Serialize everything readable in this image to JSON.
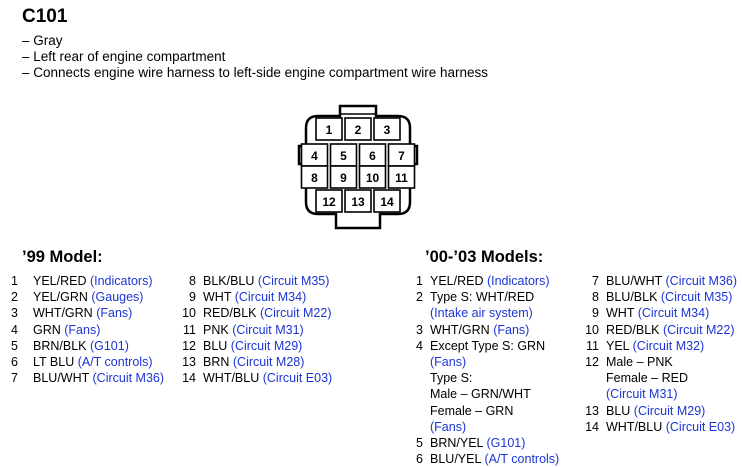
{
  "title": "C101",
  "bullets": [
    "– Gray",
    "– Left rear of engine compartment",
    "– Connects engine wire harness to left-side engine compartment wire harness"
  ],
  "colors": {
    "link": "#1c35d6",
    "text": "#000000"
  },
  "connector": {
    "rows": [
      [
        "1",
        "2",
        "3"
      ],
      [
        "4",
        "5",
        "6",
        "7"
      ],
      [
        "8",
        "9",
        "10",
        "11"
      ],
      [
        "12",
        "13",
        "14"
      ]
    ]
  },
  "model99": {
    "heading": "’99 Model:",
    "col1": [
      {
        "n": "1",
        "lines": [
          {
            "t": "YEL/RED ",
            "l": "(Indicators)"
          }
        ]
      },
      {
        "n": "2",
        "lines": [
          {
            "t": "YEL/GRN ",
            "l": "(Gauges)"
          }
        ]
      },
      {
        "n": "3",
        "lines": [
          {
            "t": "WHT/GRN ",
            "l": "(Fans)"
          }
        ]
      },
      {
        "n": "4",
        "lines": [
          {
            "t": "GRN ",
            "l": "(Fans)"
          }
        ]
      },
      {
        "n": "5",
        "lines": [
          {
            "t": "BRN/BLK ",
            "l": "(G101)"
          }
        ]
      },
      {
        "n": "6",
        "lines": [
          {
            "t": "LT BLU ",
            "l": "(A/T controls)"
          }
        ]
      },
      {
        "n": "7",
        "lines": [
          {
            "t": "BLU/WHT ",
            "l": "(Circuit M36)"
          }
        ]
      }
    ],
    "col2": [
      {
        "n": "8",
        "lines": [
          {
            "t": "BLK/BLU ",
            "l": "(Circuit M35)"
          }
        ]
      },
      {
        "n": "9",
        "lines": [
          {
            "t": "WHT ",
            "l": "(Circuit M34)"
          }
        ]
      },
      {
        "n": "10",
        "lines": [
          {
            "t": "RED/BLK ",
            "l": "(Circuit M22)"
          }
        ]
      },
      {
        "n": "11",
        "lines": [
          {
            "t": "PNK ",
            "l": "(Circuit M31)"
          }
        ]
      },
      {
        "n": "12",
        "lines": [
          {
            "t": "BLU ",
            "l": "(Circuit M29)"
          }
        ]
      },
      {
        "n": "13",
        "lines": [
          {
            "t": "BRN ",
            "l": "(Circuit M28)"
          }
        ]
      },
      {
        "n": "14",
        "lines": [
          {
            "t": "WHT/BLU ",
            "l": "(Circuit E03)"
          }
        ]
      }
    ]
  },
  "model00": {
    "heading": "’00-’03 Models:",
    "col1": [
      {
        "n": "1",
        "lines": [
          {
            "t": "YEL/RED ",
            "l": "(Indicators)"
          }
        ]
      },
      {
        "n": "2",
        "lines": [
          {
            "t": "Type S: WHT/RED",
            "l": ""
          },
          {
            "t": "",
            "l": "(Intake air system)"
          }
        ]
      },
      {
        "n": "3",
        "lines": [
          {
            "t": "WHT/GRN ",
            "l": "(Fans)"
          }
        ]
      },
      {
        "n": "4",
        "lines": [
          {
            "t": "Except Type S: GRN",
            "l": ""
          },
          {
            "t": "",
            "l": "(Fans)"
          },
          {
            "t": "Type S:",
            "l": ""
          },
          {
            "t": "Male – GRN/WHT",
            "l": ""
          },
          {
            "t": "Female – GRN",
            "l": ""
          },
          {
            "t": "",
            "l": "(Fans)"
          }
        ]
      },
      {
        "n": "5",
        "lines": [
          {
            "t": "BRN/YEL ",
            "l": "(G101)"
          }
        ]
      },
      {
        "n": "6",
        "lines": [
          {
            "t": "BLU/YEL ",
            "l": "(A/T controls)"
          }
        ]
      }
    ],
    "col2": [
      {
        "n": "7",
        "lines": [
          {
            "t": "BLU/WHT ",
            "l": "(Circuit M36)"
          }
        ]
      },
      {
        "n": "8",
        "lines": [
          {
            "t": "BLU/BLK ",
            "l": "(Circuit M35)"
          }
        ]
      },
      {
        "n": "9",
        "lines": [
          {
            "t": "WHT ",
            "l": "(Circuit M34)"
          }
        ]
      },
      {
        "n": "10",
        "lines": [
          {
            "t": "RED/BLK ",
            "l": "(Circuit M22)"
          }
        ]
      },
      {
        "n": "11",
        "lines": [
          {
            "t": "YEL ",
            "l": "(Circuit M32)"
          }
        ]
      },
      {
        "n": "12",
        "lines": [
          {
            "t": "Male – PNK",
            "l": ""
          },
          {
            "t": "Female – RED",
            "l": ""
          },
          {
            "t": "",
            "l": "(Circuit M31)"
          }
        ]
      },
      {
        "n": "13",
        "lines": [
          {
            "t": "BLU ",
            "l": "(Circuit M29)"
          }
        ]
      },
      {
        "n": "14",
        "lines": [
          {
            "t": "WHT/BLU ",
            "l": "(Circuit E03)"
          }
        ]
      }
    ]
  }
}
